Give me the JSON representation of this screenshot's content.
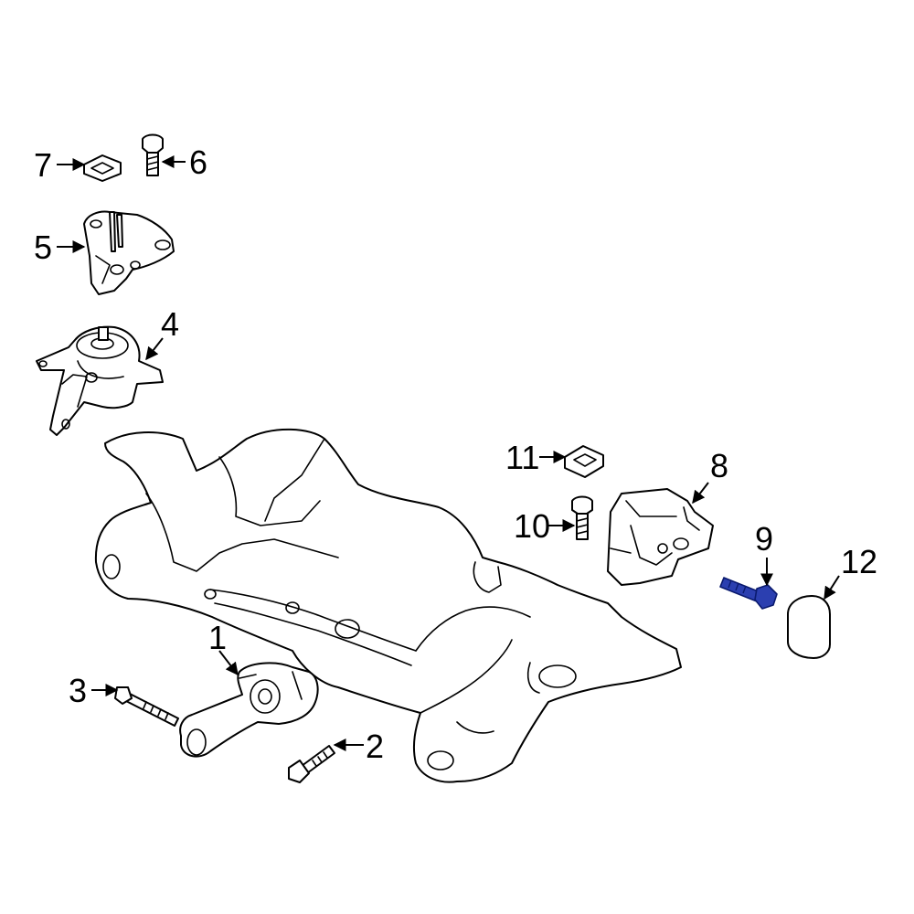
{
  "diagram": {
    "highlight_color": "#2b3fb0",
    "highlighted_part": "9",
    "callouts": [
      {
        "id": "c1",
        "label": "1"
      },
      {
        "id": "c2",
        "label": "2"
      },
      {
        "id": "c3",
        "label": "3"
      },
      {
        "id": "c4",
        "label": "4"
      },
      {
        "id": "c5",
        "label": "5"
      },
      {
        "id": "c6",
        "label": "6"
      },
      {
        "id": "c7",
        "label": "7"
      },
      {
        "id": "c8",
        "label": "8"
      },
      {
        "id": "c9",
        "label": "9"
      },
      {
        "id": "c10",
        "label": "10"
      },
      {
        "id": "c11",
        "label": "11"
      },
      {
        "id": "c12",
        "label": "12"
      }
    ]
  }
}
